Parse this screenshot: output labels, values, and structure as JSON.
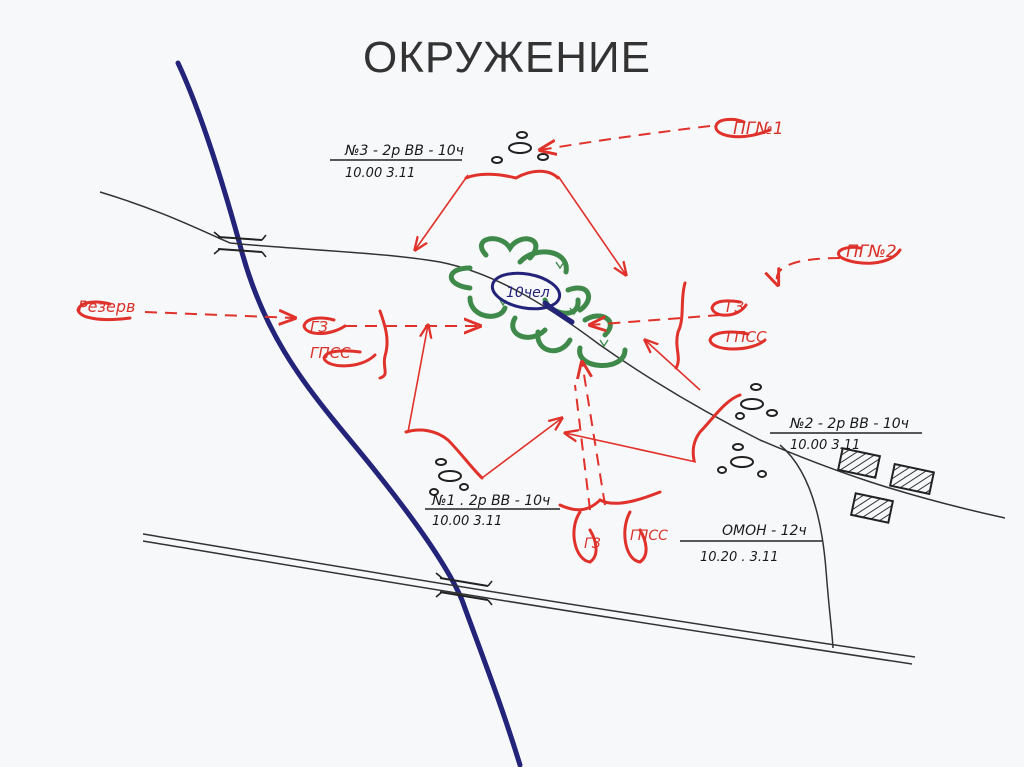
{
  "title": "ОКРУЖЕНИЕ",
  "colors": {
    "enemy": "#3f8a4a",
    "friendly": "#e0312a",
    "river": "#23237a",
    "road": "#333333",
    "paper": "#f7f8fa"
  },
  "enemy_group": {
    "label": "10чел"
  },
  "units": {
    "pg1": "ПГ№1",
    "pg2": "ПГ№2",
    "reserve": "Резерв",
    "gz_left": "ГЗ",
    "gpss_left": "ГПСС",
    "gz_right": "ГЗ",
    "gpss_right": "ГПСС",
    "gz_bottom": "ГЗ",
    "gpss_bottom": "ГПСС"
  },
  "annotations": {
    "n3": {
      "line1": "№3 - 2р ВВ - 10ч",
      "line2": "10.00   3.11"
    },
    "n2": {
      "line1": "№2 - 2р ВВ - 10ч",
      "line2": "10.00   3.11"
    },
    "n1": {
      "line1": "№1 .  2р ВВ - 10ч",
      "line2": "10.00    3.11"
    },
    "omon": {
      "line1": "ОМОН - 12ч",
      "line2": "10.20 .  3.11"
    }
  }
}
